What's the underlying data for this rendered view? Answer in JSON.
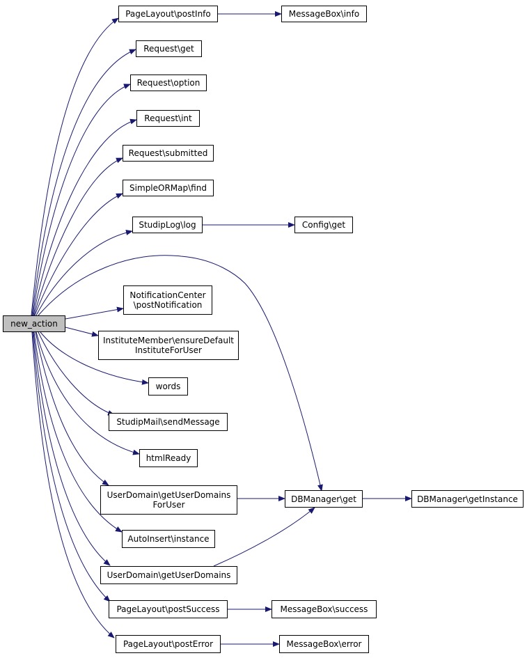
{
  "colors": {
    "edge": "#191970",
    "root_fill": "#bfbfbf",
    "node_fill": "#ffffff",
    "border": "#000000"
  },
  "nodes": {
    "root": [
      "new_action"
    ],
    "postInfo": [
      "PageLayout\\postInfo"
    ],
    "msgInfo": [
      "MessageBox\\info"
    ],
    "reqGet": [
      "Request\\get"
    ],
    "reqOption": [
      "Request\\option"
    ],
    "reqInt": [
      "Request\\int"
    ],
    "reqSubmitted": [
      "Request\\submitted"
    ],
    "ormFind": [
      "SimpleORMap\\find"
    ],
    "logLog": [
      "StudipLog\\log"
    ],
    "configGet": [
      "Config\\get"
    ],
    "notif": [
      "NotificationCenter",
      "\\postNotification"
    ],
    "institute": [
      "InstituteMember\\ensureDefault",
      "InstituteForUser"
    ],
    "words": [
      "words"
    ],
    "mail": [
      "StudipMail\\sendMessage"
    ],
    "htmlReady": [
      "htmlReady"
    ],
    "udForUser": [
      "UserDomain\\getUserDomains",
      "ForUser"
    ],
    "dbGet": [
      "DBManager\\get"
    ],
    "dbInstance": [
      "DBManager\\getInstance"
    ],
    "autoInsert": [
      "AutoInsert\\instance"
    ],
    "ud": [
      "UserDomain\\getUserDomains"
    ],
    "postSuccess": [
      "PageLayout\\postSuccess"
    ],
    "msgSuccess": [
      "MessageBox\\success"
    ],
    "postError": [
      "PageLayout\\postError"
    ],
    "msgError": [
      "MessageBox\\error"
    ]
  }
}
